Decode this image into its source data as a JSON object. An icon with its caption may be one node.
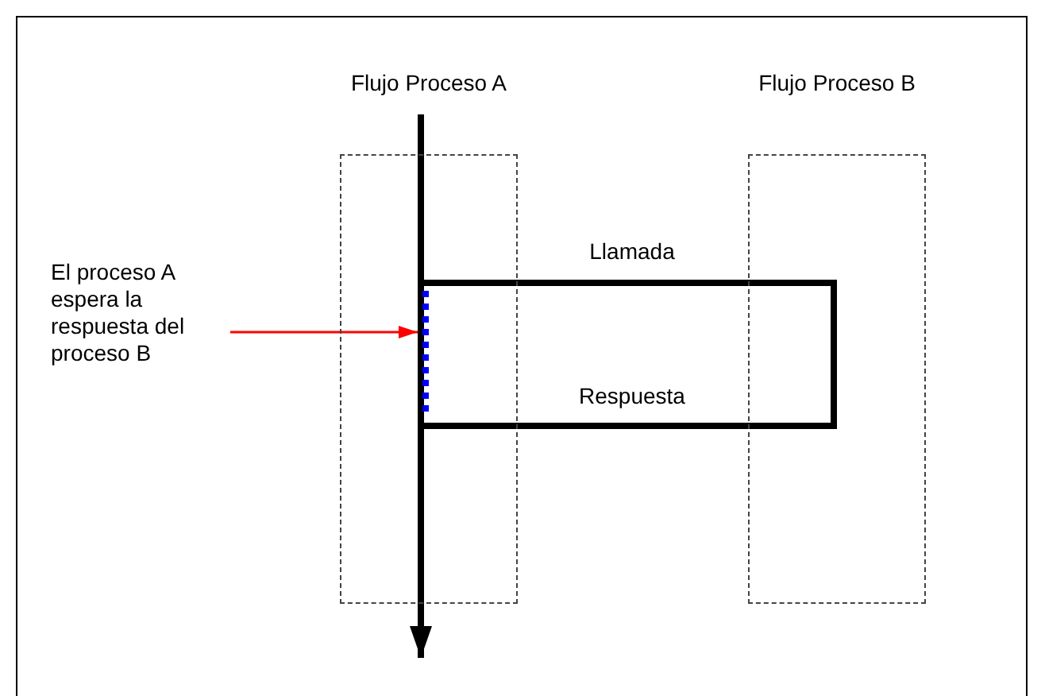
{
  "diagram": {
    "nodes": [
      {
        "text": [
          "Flujo Proceso A"
        ]
      },
      {
        "text": [
          "Flujo Proceso B"
        ]
      },
      {
        "text": [
          "El proceso A espera la respuesta del proceso B"
        ]
      },
      {
        "text": [],
        "shape": "bar",
        "in": 0
      }
    ],
    "edges": [
      {
        "from": null,
        "to": 0,
        "arrow": "none"
      },
      {
        "from": 0,
        "to": 1,
        "arrow": "none",
        "label": "Llamada"
      },
      {
        "from": 1,
        "to": 0,
        "arrow": "none",
        "label": "Respuesta"
      },
      {
        "from": 0,
        "to": null,
        "arrow": "to"
      },
      {
        "from": 2,
        "to": 3,
        "arrow": "to",
        "color": "#ff0000"
      }
    ]
  }
}
